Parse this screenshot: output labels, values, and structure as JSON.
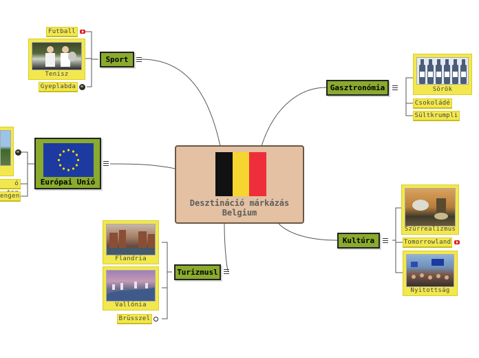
{
  "central": {
    "title_line1": "Desztináció márkázás",
    "title_line2": "Belgium",
    "flag_colors": [
      "#111111",
      "#f6d531",
      "#ee2e3b"
    ]
  },
  "topics": {
    "sport": "Sport",
    "gastronomy": "Gasztronómia",
    "eu": "Európai Unió",
    "culture": "Kultúra",
    "tourism": "Turizmusl"
  },
  "sport_items": {
    "football": "Futball",
    "tennis": "Tenisz",
    "pigeon": "Gyeplabda"
  },
  "gastro_items": {
    "beers": "Sörök",
    "chocolate": "Csokoládé",
    "fries": "Sültkrumpli"
  },
  "eu_items": {
    "member": "ó tag",
    "schengen": "engen"
  },
  "culture_items": {
    "surrealism": "Szürrealizmus",
    "tomorrowland": "Tomorrowland",
    "openness": "Nyitottság"
  },
  "tourism_items": {
    "flanders": "Flandria",
    "wallonia": "Vallónia",
    "brussels": "Brüsszel"
  },
  "colors": {
    "main_topic": "#8aab2d",
    "subtopic": "#f2e84e",
    "central_bg": "#e3c1a2",
    "eu_blue": "#1c3aa0",
    "eu_star": "#ffdd00"
  },
  "icons": [
    "note-icon",
    "youtube-icon",
    "globe-icon",
    "link-icon"
  ]
}
